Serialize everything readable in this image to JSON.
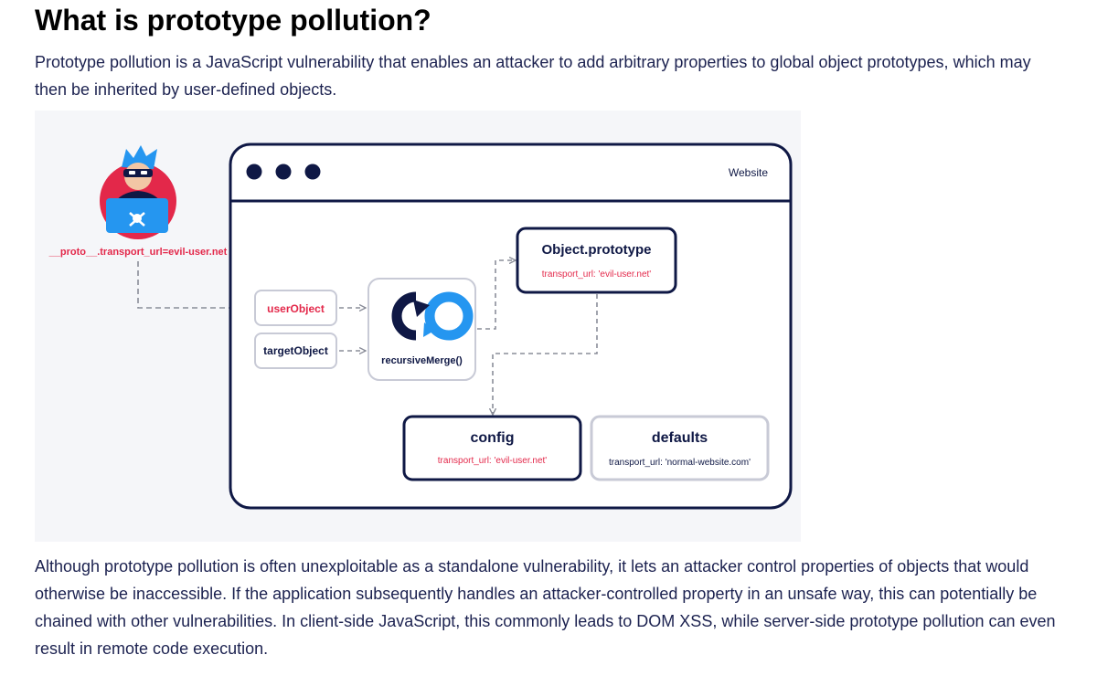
{
  "heading": "What is prototype pollution?",
  "intro": "Prototype pollution is a JavaScript vulnerability that enables an attacker to add arbitrary properties to global object prototypes, which may then be inherited by user-defined objects.",
  "diagram": {
    "attacker_payload": "__proto__.transport_url=evil-user.net",
    "window_title": "Website",
    "user_object": "userObject",
    "target_object": "targetObject",
    "merge_function": "recursiveMerge()",
    "object_prototype": {
      "title": "Object.prototype",
      "property": "transport_url: 'evil-user.net'"
    },
    "config": {
      "title": "config",
      "property": "transport_url: 'evil-user.net'"
    },
    "defaults": {
      "title": "defaults",
      "property": "transport_url: 'normal-website.com'"
    },
    "colors": {
      "navy": "#0f1845",
      "red": "#e3284a",
      "blue": "#2596f0",
      "grey_border": "#c8cad6",
      "arrow": "#8a8d99"
    }
  },
  "body": "Although prototype pollution is often unexploitable as a standalone vulnerability, it lets an attacker control properties of objects that would otherwise be inaccessible. If the application subsequently handles an attacker-controlled property in an unsafe way, this can potentially be chained with other vulnerabilities. In client-side JavaScript, this commonly leads to DOM XSS, while server-side prototype pollution can even result in remote code execution."
}
